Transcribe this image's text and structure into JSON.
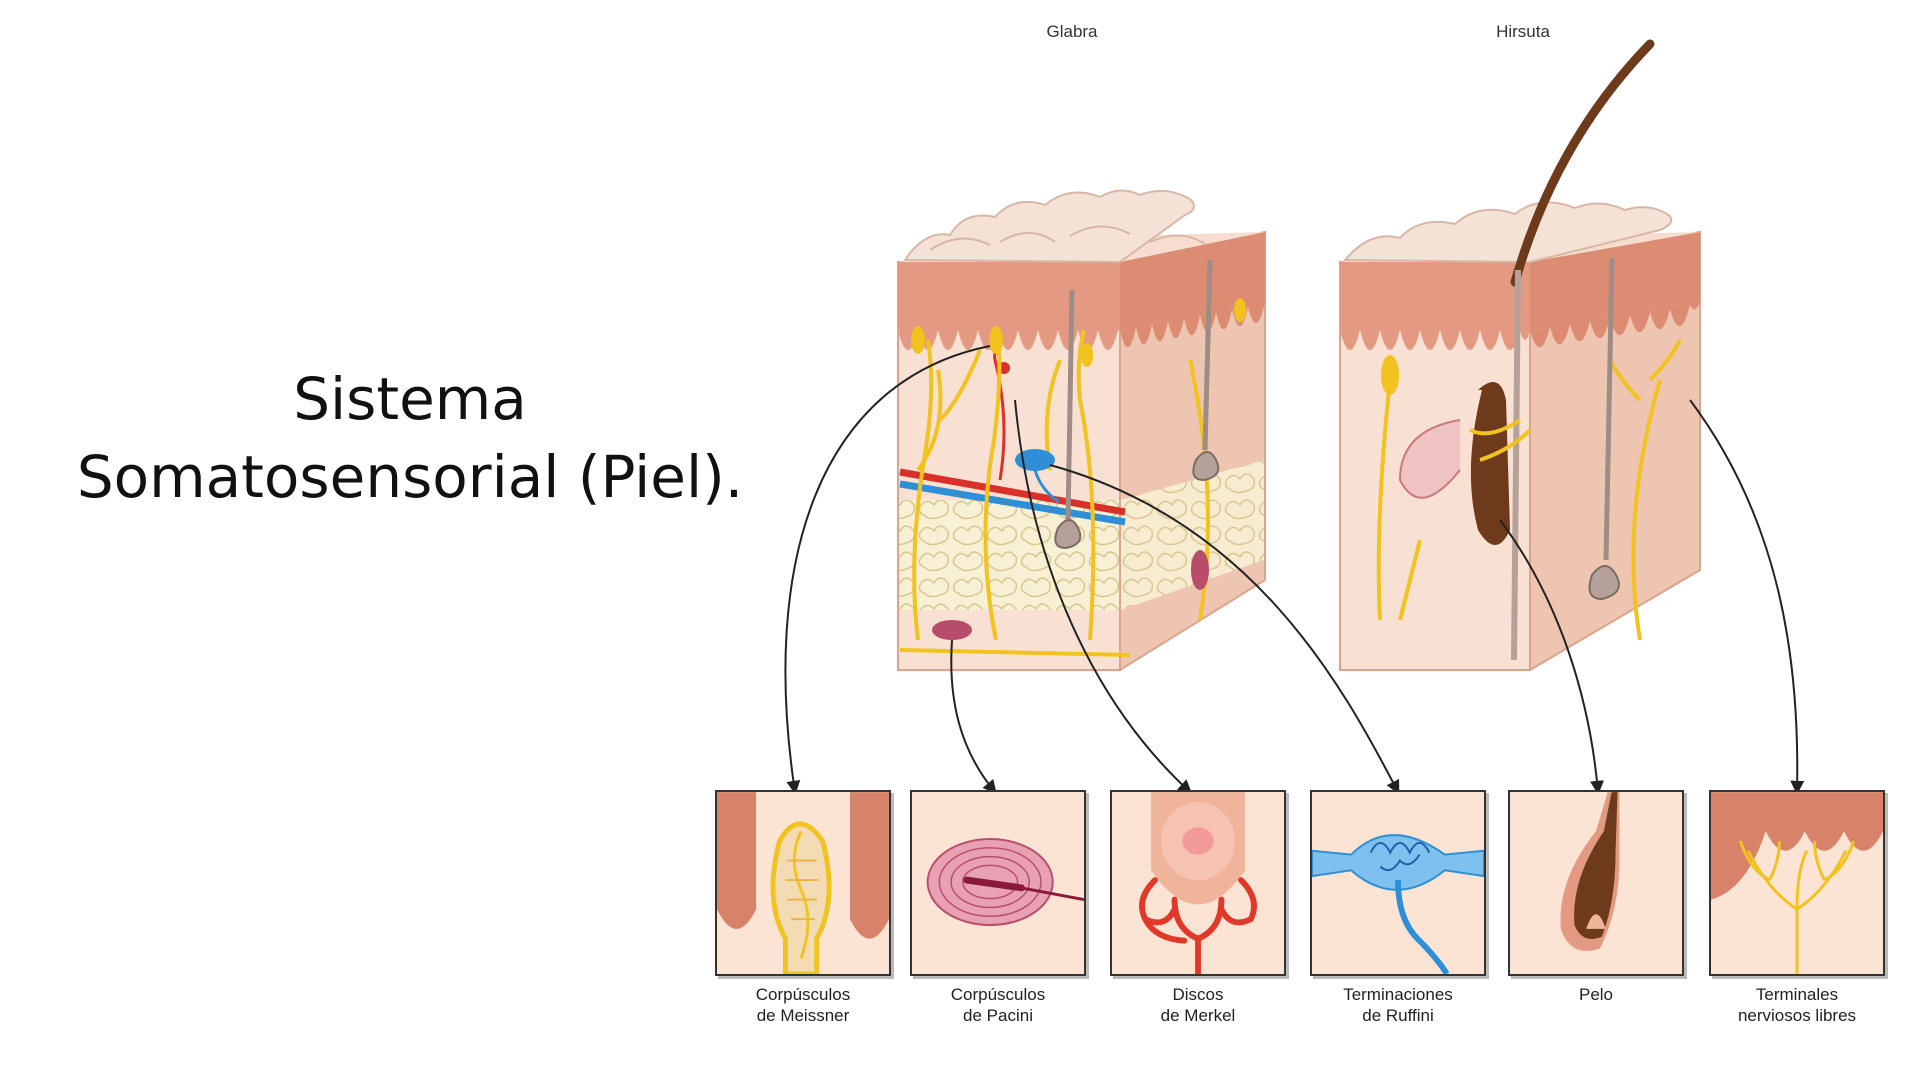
{
  "slide": {
    "title_lines": [
      "Sistema",
      "Somatosensorial (Piel)."
    ]
  },
  "diagram": {
    "skin_types": [
      {
        "label": "Glabra"
      },
      {
        "label": "Hirsuta"
      }
    ],
    "receptors": [
      {
        "name": "corpusculos-de-meissner",
        "lines": [
          "Corpúsculos",
          "de Meissner"
        ]
      },
      {
        "name": "corpusculos-de-pacini",
        "lines": [
          "Corpúsculos",
          "de Pacini"
        ]
      },
      {
        "name": "discos-de-merkel",
        "lines": [
          "Discos",
          "de Merkel"
        ]
      },
      {
        "name": "terminaciones-de-ruffini",
        "lines": [
          "Terminaciones",
          "de Ruffini"
        ]
      },
      {
        "name": "pelo",
        "lines": [
          "Pelo"
        ]
      },
      {
        "name": "terminales-nerviosos-libres",
        "lines": [
          "Terminales",
          "nerviosos libres"
        ]
      }
    ],
    "colors": {
      "epidermis": "#f3c7ad",
      "dermis": "#f7dccb",
      "papillae": "#d9826a",
      "fat": "#f6eccc",
      "nerve": "#f2c21e",
      "artery": "#d9302a",
      "vein": "#2e8fd6",
      "hair": "#6e3a1c",
      "pacini": "#c5587a"
    }
  }
}
